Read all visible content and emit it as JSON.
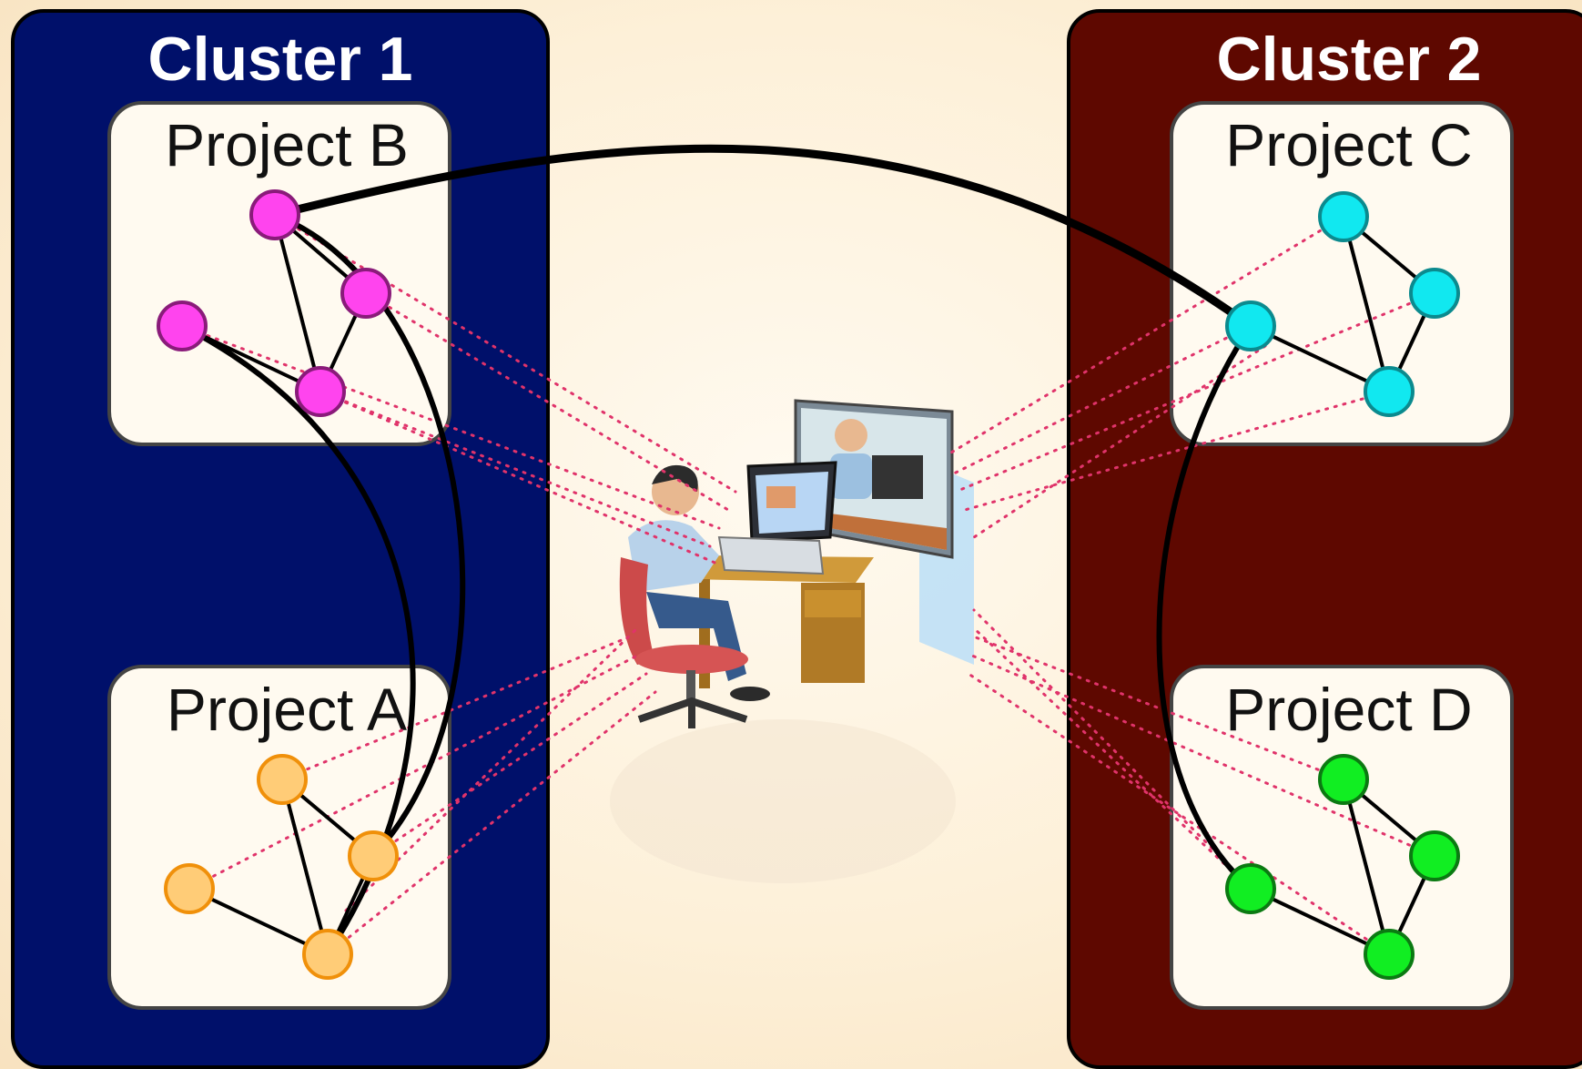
{
  "clusters": [
    {
      "id": "c1",
      "title": "Cluster 1",
      "color": "#00106a"
    },
    {
      "id": "c2",
      "title": "Cluster 2",
      "color": "#5e0800"
    }
  ],
  "projects": [
    {
      "id": "pB",
      "title": "Project B",
      "cluster": "c1",
      "node_fill": "#ff44ee",
      "node_stroke": "#8a1b7a"
    },
    {
      "id": "pA",
      "title": "Project A",
      "cluster": "c1",
      "node_fill": "#ffcc77",
      "node_stroke": "#f0900a"
    },
    {
      "id": "pC",
      "title": "Project C",
      "cluster": "c2",
      "node_fill": "#11e8f0",
      "node_stroke": "#0b8a8e"
    },
    {
      "id": "pD",
      "title": "Project D",
      "cluster": "c2",
      "node_fill": "#11ee22",
      "node_stroke": "#0b7a12"
    }
  ],
  "colors": {
    "box_fill": "#fffaf0",
    "box_stroke": "#444444",
    "link_dotted": "#e0336a",
    "link_solid": "#000000"
  },
  "center_icon": "person-at-workstation-icon"
}
